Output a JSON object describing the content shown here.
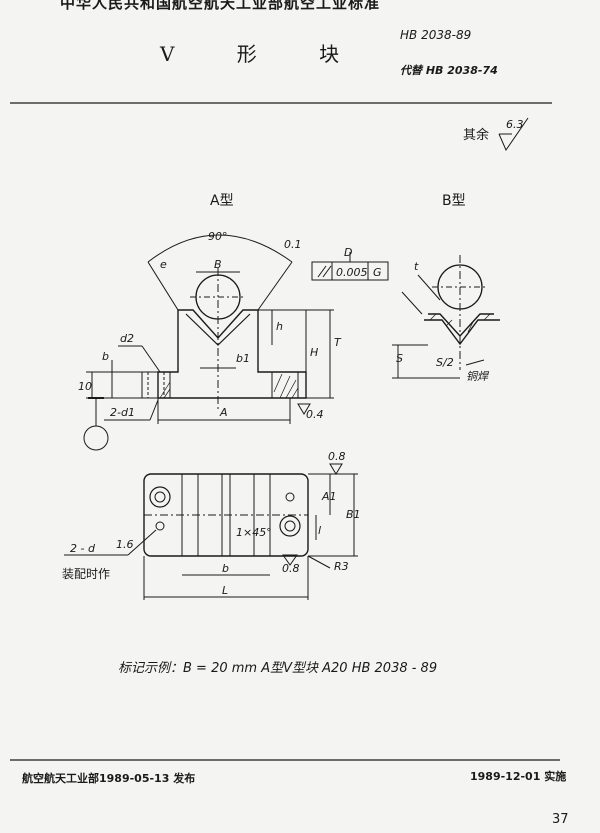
{
  "header": {
    "issuer": "中华人民共和国航空航天工业部航空工业标准",
    "title": "V 形 块",
    "standard_no": "HB 2038-89",
    "replaces": "代替 HB 2038-74"
  },
  "surface_note": "其余",
  "roughness_rest": "6.3",
  "type_labels": {
    "a": "A型",
    "b": "B型"
  },
  "dims": {
    "angle": "90°",
    "e": "e",
    "r01": "0.1",
    "B": "B",
    "D": "D",
    "parallel_tol": "0.005",
    "datum": "G",
    "h": "h",
    "H": "H",
    "T": "T",
    "b1": "b1",
    "d2": "d2",
    "b": "b",
    "ten": "10",
    "two_d1": "2-d1",
    "A": "A",
    "r04": "0.4",
    "t": "t",
    "S": "S",
    "S2": "S/2",
    "copper_weld": "铜焊",
    "r08a": "0.8",
    "A1": "A1",
    "B1": "B1",
    "chamfer": "1×45°",
    "l": "l",
    "r16": "1.6",
    "r08b": "0.8",
    "R3": "R3",
    "two_d": "2 - d",
    "L": "L"
  },
  "assembly_note": "装配时作",
  "marking_example": "标记示例：B = 20 mm  A型V型块  A20 HB 2038 - 89",
  "footer": {
    "issued": "航空航天工业部1989-05-13  发布",
    "effective": "1989-12-01  实施"
  },
  "page_number": "37"
}
